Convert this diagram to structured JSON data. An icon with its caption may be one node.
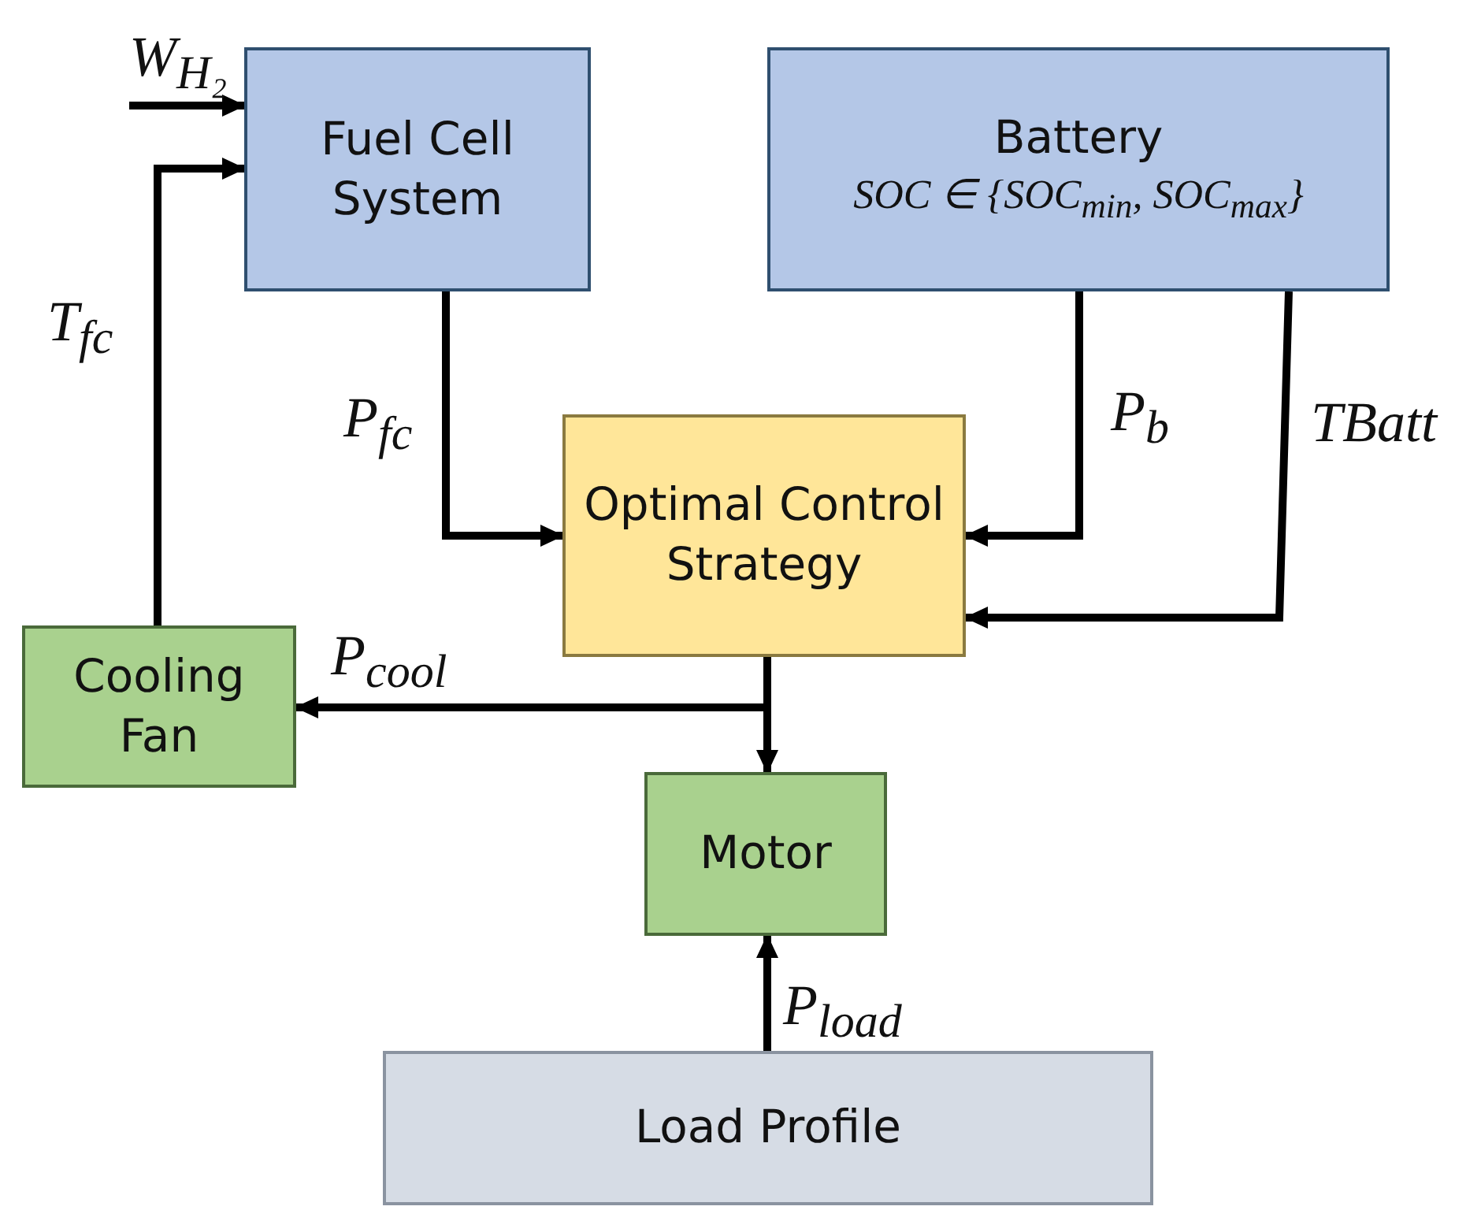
{
  "diagram": {
    "nodes": [
      {
        "text": [
          "Fuel Cell System"
        ]
      },
      {
        "text": [
          "Battery",
          "SOC  ∈ {SOC$_{min}$, SOC$_{max}$}"
        ]
      },
      {
        "text": [
          "Optimal Control Strategy"
        ]
      },
      {
        "text": [
          "Cooling Fan"
        ]
      },
      {
        "text": [
          "Motor"
        ]
      },
      {
        "text": [
          "Load Profile"
        ]
      }
    ],
    "edges": [
      {
        "from": null,
        "to": 0,
        "arrow": "to",
        "label": "W$_{H₂}$"
      },
      {
        "from": 3,
        "to": 0,
        "arrow": "to",
        "label": "T$_{fc}$"
      },
      {
        "from": 0,
        "to": 2,
        "arrow": "to",
        "label": "P$_{fc}$"
      },
      {
        "from": 1,
        "to": 2,
        "arrow": "to",
        "label": "P$_{b}$"
      },
      {
        "from": 1,
        "to": 2,
        "arrow": "to",
        "label": "TBatt"
      },
      {
        "from": 2,
        "to": 3,
        "arrow": "to",
        "label": "P$_{cool}$"
      },
      {
        "from": 2,
        "to": 4,
        "arrow": "to"
      },
      {
        "from": 5,
        "to": 4,
        "arrow": "to",
        "label": "P$_{load}$"
      }
    ]
  }
}
